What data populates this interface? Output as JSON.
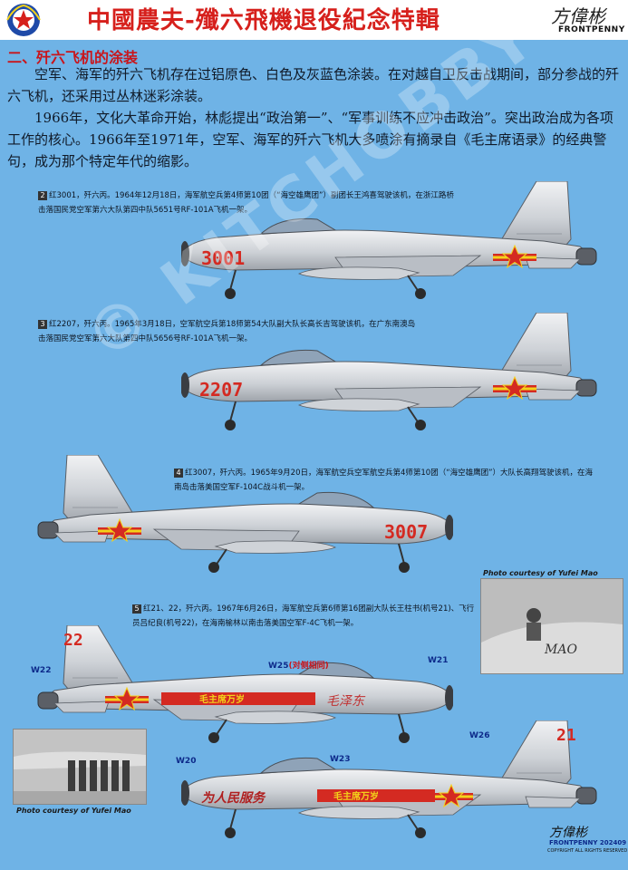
{
  "header": {
    "title": "中國農夫-殲六飛機退役紀念特輯",
    "brand": "FRONTPENNY",
    "signature": "方偉彬"
  },
  "section": {
    "title": "二、歼六飞机的涂装",
    "paragraphs": [
      "空军、海军的歼六飞机存在过铝原色、白色及灰蓝色涂装。在对越自卫反击战期间，部分参战的歼六飞机，还采用过丛林迷彩涂装。",
      "1966年，文化大革命开始，林彪提出“政治第一”、“军事训练不应冲击政治”。突出政治成为各项工作的核心。1966年至1971年，空军、海军的歼六飞机大多喷涂有摘录自《毛主席语录》的经典警句，成为那个特定年代的缩影。"
    ]
  },
  "captions": [
    {
      "num": "2",
      "text": "红3001，歼六丙。1964年12月18日，海军航空兵第4师第10团（“海空雄鹰团”）副团长王鸿喜驾驶该机，在浙江路桥击落国民党空军第六大队第四中队5651号RF-101A飞机一架。"
    },
    {
      "num": "3",
      "text": "红2207，歼六丙。1965年3月18日，空军航空兵第18师第54大队副大队长高长吉驾驶该机，在广东南澳岛击落国民党空军第六大队第四中队5656号RF-101A飞机一架。"
    },
    {
      "num": "4",
      "text": "红3007，歼六丙。1965年9月20日，海军航空兵空军航空兵第4师第10团（“海空雄鹰团”）大队长高翔驾驶该机，在海南岛击落美国空军F-104C战斗机一架。"
    },
    {
      "num": "5",
      "text": "红21、22，歼六丙。1967年6月26日，海军航空兵第6师第16团副大队长王柱书(机号21)、飞行员吕纪良(机号22)，在海南榆林以南击落美国空军F-4C飞机一架。"
    }
  ],
  "aircraft": {
    "a3001": {
      "serial": "3001"
    },
    "a2207": {
      "serial": "2207"
    },
    "a3007": {
      "serial": "3007"
    },
    "a22": {
      "serial": "22",
      "slogan": "毛主席万岁",
      "callig": "毛泽东"
    },
    "a21": {
      "serial": "21",
      "slogan": "毛主席万岁",
      "callig": "为人民服务"
    }
  },
  "photo_credit": "Photo courtesy of Yufei Mao",
  "labels": {
    "w22": "W22",
    "w25": "W25",
    "w25_note": "(对侧相同)",
    "w21": "W21",
    "w20": "W20",
    "w23": "W23",
    "w26": "W26"
  },
  "watermark": "© KITCHOBBY",
  "footer": {
    "signature": "方偉彬",
    "brand": "FRONTPENNY 202409",
    "copyright": "COPYRIGHT ALL RIGHTS RESERVED"
  },
  "colors": {
    "background": "#6fb3e6",
    "title_red": "#d6201c",
    "label_blue": "#0d2a8a",
    "jet_silver": "#d8dbdf",
    "star_red": "#d42a22",
    "star_yellow": "#f3d21a"
  }
}
